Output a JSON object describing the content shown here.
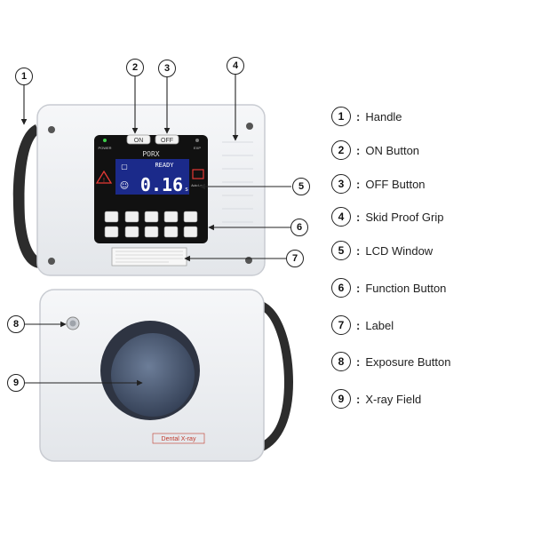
{
  "device": {
    "brand": "PORX",
    "on_label": "ON",
    "off_label": "OFF",
    "power_label": "POWER",
    "exp_label": "EXP",
    "lcd_status": "READY",
    "lcd_value": "0.16",
    "lcd_unit": "s",
    "lcd_side": "Auto Lock",
    "back_label": "Dental X-ray"
  },
  "legend": {
    "items": [
      {
        "num": "1",
        "colon": ":",
        "label": "Handle"
      },
      {
        "num": "2",
        "colon": ":",
        "label": "ON Button"
      },
      {
        "num": "3",
        "colon": ":",
        "label": "OFF Button"
      },
      {
        "num": "4",
        "colon": ":",
        "label": "Skid Proof Grip"
      },
      {
        "num": "5",
        "colon": ":",
        "label": "LCD Window"
      },
      {
        "num": "6",
        "colon": ":",
        "label": "Function Button"
      },
      {
        "num": "7",
        "colon": ":",
        "label": "Label"
      },
      {
        "num": "8",
        "colon": ":",
        "label": "Exposure Button"
      },
      {
        "num": "9",
        "colon": ":",
        "label": "X-ray Field"
      }
    ]
  },
  "callouts": [
    "1",
    "2",
    "3",
    "4",
    "5",
    "6",
    "7",
    "8",
    "9"
  ],
  "colors": {
    "body": "#eef0f3",
    "body_edge": "#c9ccd2",
    "lcd_bg": "#1b2a8a",
    "lcd_text": "#ffffff",
    "panel": "#111111",
    "lens": "#4b5b74",
    "handle": "#2c2c2c"
  }
}
